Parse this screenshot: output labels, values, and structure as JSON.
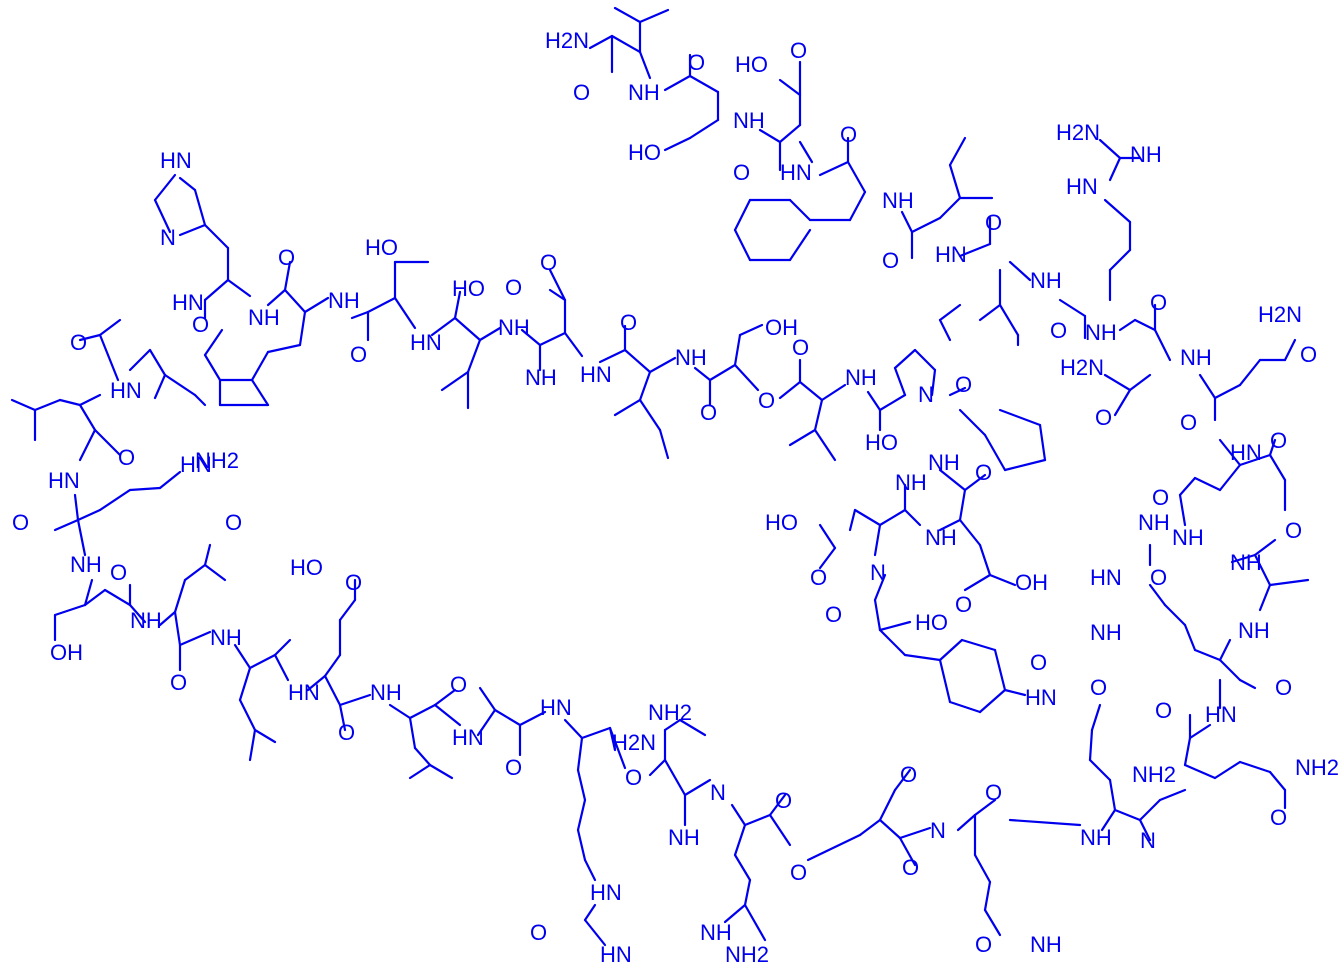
{
  "structure": {
    "labels": [
      "H2N",
      "O",
      "NH",
      "O",
      "HO",
      "NH",
      "HO",
      "O",
      "O",
      "HN",
      "O",
      "NH",
      "O",
      "HN",
      "O",
      "H2N",
      "NH",
      "HN",
      "HN",
      "N",
      "HN",
      "NH",
      "NH",
      "HO",
      "O",
      "NH",
      "O",
      "HO",
      "O",
      "O",
      "O",
      "NH",
      "NH",
      "HN",
      "NH",
      "O",
      "OH",
      "HN",
      "N",
      "O",
      "O",
      "NH",
      "O",
      "NH",
      "O",
      "O",
      "NH",
      "H2N",
      "H2N",
      "NH",
      "O",
      "O",
      "N",
      "O",
      "O",
      "O",
      "HO",
      "HN",
      "O",
      "HN",
      "O",
      "HN",
      "NH2",
      "O",
      "NH",
      "O",
      "HO",
      "O",
      "NH",
      "OH",
      "NH",
      "NH",
      "O",
      "NH2",
      "H2N",
      "NH",
      "O",
      "HN",
      "HN",
      "O",
      "OH",
      "HO",
      "O",
      "NH",
      "O",
      "NH",
      "O",
      "HN",
      "NH",
      "HN",
      "O",
      "O",
      "NH",
      "N",
      "O",
      "NH",
      "N",
      "O",
      "HO",
      "O",
      "HO",
      "O",
      "NH2",
      "HN",
      "NH",
      "O",
      "O",
      "N",
      "HN",
      "HN",
      "NH2",
      "OH",
      "O",
      "NH",
      "O",
      "HO",
      "O",
      "NH2",
      "O",
      "HN",
      "N",
      "NH",
      "O",
      "OH"
    ]
  }
}
